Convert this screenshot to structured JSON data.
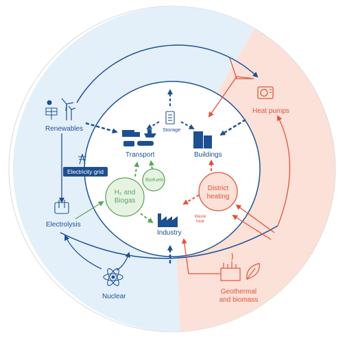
{
  "colors": {
    "blue": "#1d4f91",
    "light_blue": "#e3f0fa",
    "orange": "#e0533a",
    "light_orange": "#fbe1d8",
    "green": "#5aa65a",
    "light_green": "#e6f3e3"
  },
  "nodes": {
    "renewables": "Renewables",
    "electricity_grid": "Electricity grid",
    "electrolysis": "Electrolysis",
    "nuclear": "Nuclear",
    "heat_pumps": "Heat pumps",
    "geothermal_line1": "Geothermal",
    "geothermal_line2": "and biomass",
    "transport": "Transport",
    "storage": "Storage",
    "buildings": "Buildings",
    "h2_line1": "H₂ and",
    "h2_line2": "Biogas",
    "biofuels": "Biofuels",
    "district_line1": "District",
    "district_line2": "heating",
    "waste_line1": "Waste",
    "waste_line2": "heat",
    "industry": "Industry"
  },
  "icons": [
    "solar-panel-icon",
    "wind-turbine-icon",
    "pylon-icon",
    "electrolyser-icon",
    "atom-icon",
    "heat-pump-icon",
    "geothermal-plant-icon",
    "leaf-icon",
    "truck-icon",
    "ship-icon",
    "car-icon",
    "train-icon",
    "battery-icon",
    "building-icon",
    "factory-icon"
  ]
}
